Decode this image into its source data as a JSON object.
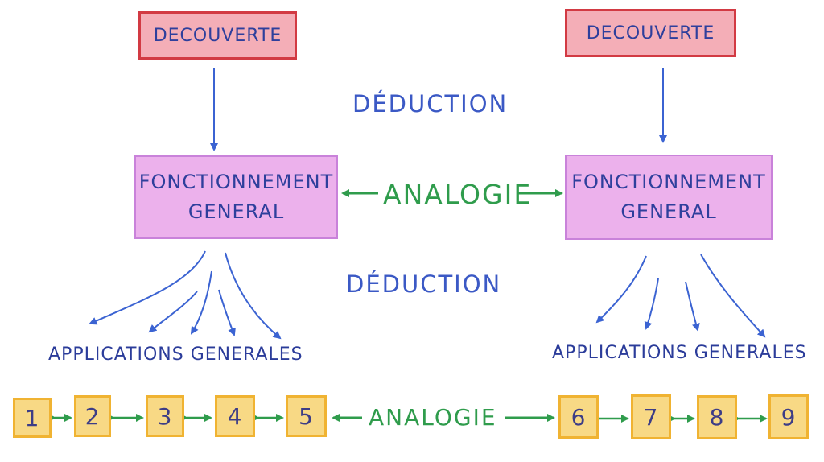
{
  "left": {
    "top_box": "DECOUVERTE",
    "middle_box_line1": "FONCTIONNEMENT",
    "middle_box_line2": "GENERAL",
    "applications": "APPLICATIONS  GENERALES"
  },
  "right": {
    "top_box": "DECOUVERTE",
    "middle_box_line1": "FONCTIONNEMENT",
    "middle_box_line2": "GENERAL",
    "applications": "APPLICATIONS  GENERALES"
  },
  "deduction_top": "DÉDUCTION",
  "deduction_bottom": "DÉDUCTION",
  "analogie_middle": "ANALOGIE",
  "analogie_bottom": "ANALOGIE",
  "numbers": [
    "1",
    "2",
    "3",
    "4",
    "5",
    "6",
    "7",
    "8",
    "9"
  ],
  "colors": {
    "blue_arrow": "#3b63d2",
    "green_arrow": "#2f9c4c",
    "red_border": "#d23a43",
    "red_fill": "#f4aeb7",
    "pink_fill": "#ecb1ec",
    "yellow_fill": "#f8d985"
  }
}
